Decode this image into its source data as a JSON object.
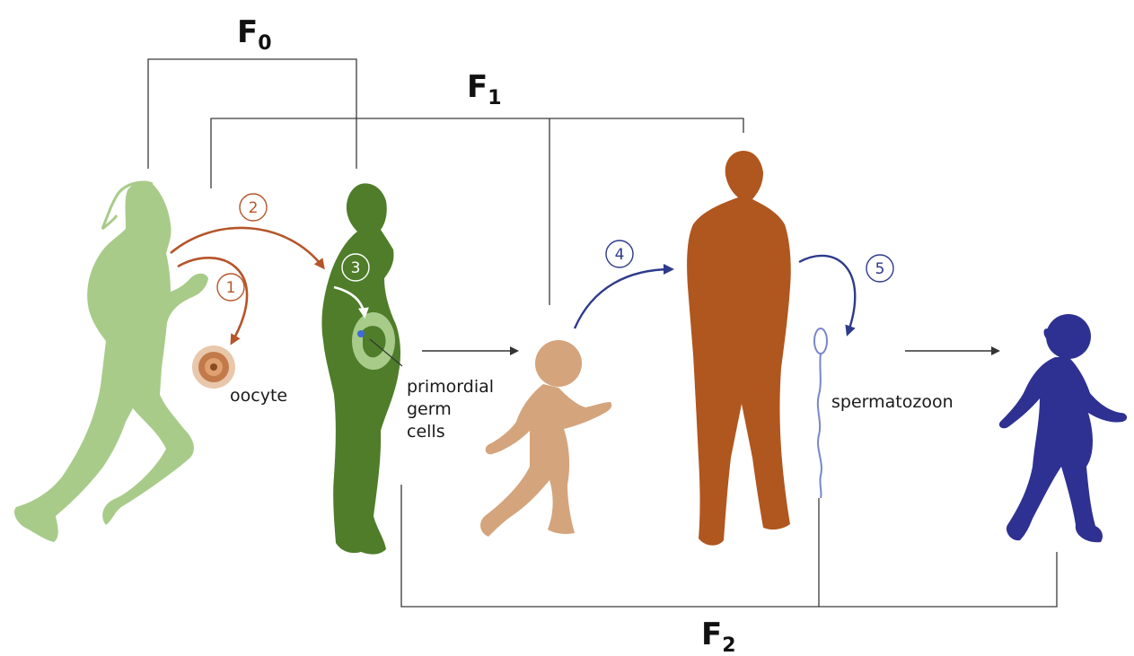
{
  "generations": {
    "f0": {
      "letter": "F",
      "sub": "0"
    },
    "f1": {
      "letter": "F",
      "sub": "1"
    },
    "f2": {
      "letter": "F",
      "sub": "2"
    }
  },
  "labels": {
    "oocyte": "oocyte",
    "primordial_germ_cells": [
      "primordial",
      "germ",
      "cells"
    ],
    "spermatozoon": "spermatozoon"
  },
  "steps": [
    {
      "num": "1",
      "color": "#b5552a"
    },
    {
      "num": "2",
      "color": "#b5552a"
    },
    {
      "num": "3",
      "color": "#ffffff"
    },
    {
      "num": "4",
      "color": "#2e3a8c"
    },
    {
      "num": "5",
      "color": "#2e3a8c"
    }
  ],
  "figures": [
    {
      "name": "running-woman",
      "color": "#a9cb8a"
    },
    {
      "name": "pregnant-woman",
      "color": "#4f7d2a"
    },
    {
      "name": "running-child",
      "color": "#d4a47c"
    },
    {
      "name": "standing-man",
      "color": "#b0561f"
    },
    {
      "name": "walking-girl",
      "color": "#2e3192"
    }
  ]
}
